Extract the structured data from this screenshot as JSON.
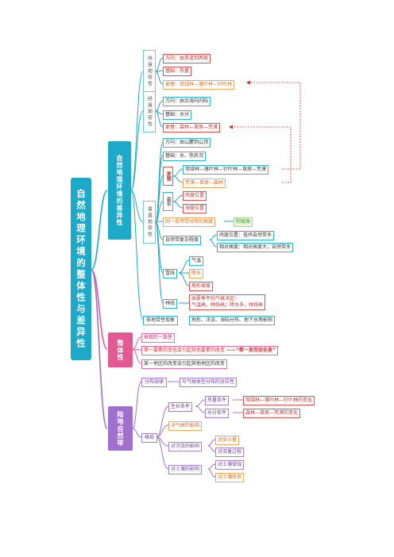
{
  "root": {
    "title": "自然地理环境的整体性与差异性"
  },
  "differentiation": {
    "title": "自然地理环境的差异性",
    "latitudinal": {
      "label": "纬度地带性",
      "direction": "方向：由赤道到两极",
      "basis": "基础：热量",
      "change": "更替：常绿林—落叶林—针叶林"
    },
    "longitudinal": {
      "label": "经度地带性",
      "direction": "方向：由沿海向内陆",
      "basis": "基础：水分",
      "change": "更替：森林—草原—荒漠"
    },
    "vertical": {
      "label": "垂直地带性",
      "direction": "方向：由山麓到山顶",
      "basis": "基础：水、热状况",
      "change_label": "更替",
      "change_1": "常绿林—落叶林—针叶林—草原—荒漠",
      "change_2": "荒漠—草原—森林",
      "base_band_label": "基带",
      "base_band_1": "纬度位置",
      "base_band_2": "海拔位置",
      "same_distribution": "同一自然带分布的高度",
      "same_distribution_note": "阳坡高",
      "complexity": "自然带复杂程度",
      "complexity_1": "纬度位置：低纬自然带多",
      "complexity_2": "相对高度：相对高度大，自然带多",
      "snowline_label": "雪线",
      "snowline_1": "气温",
      "snowline_2": "降水",
      "snowline_3": "地形坡度",
      "treeline_label": "林线",
      "treeline_1": "由夏季平均气候决定：",
      "treeline_2": "气温高，林线高；降水多，林线高"
    },
    "non_zonal": {
      "label": "非地带性现象",
      "content": "地形、洋流、海陆分布、地下水等影响"
    }
  },
  "integrity": {
    "title": "整体性",
    "item_1": "景观的一致性",
    "item_2a": "第一要素的变化会引起其他要素的改变",
    "item_2b": "——“牵一发而动全身”",
    "item_3": "某一地区的改变会引起其他地区的改变"
  },
  "land_zones": {
    "title": "陆地自然带",
    "dist_label": "分布规律",
    "dist_content": "与气候类型分布的对应性",
    "factor_label": "格局",
    "growth_label": "生长条件",
    "heat_label": "热量条件",
    "heat_content": "常绿林—落叶林—针叶林的变化",
    "water_label": "水分条件",
    "water_content": "森林—草原—荒漠的变化",
    "climate_effect": "对气候的影响",
    "river_effect": "对河流的影响",
    "river_1": "对含沙量",
    "river_2": "对流量过程",
    "soil_effect": "对土壤的影响",
    "soil_1": "对土壤侵蚀",
    "soil_2": "对土壤改良"
  },
  "colors": {
    "teal": "#1fa9c9",
    "pink": "#e25a92",
    "purple": "#a070cf",
    "red": "#d9302a"
  }
}
